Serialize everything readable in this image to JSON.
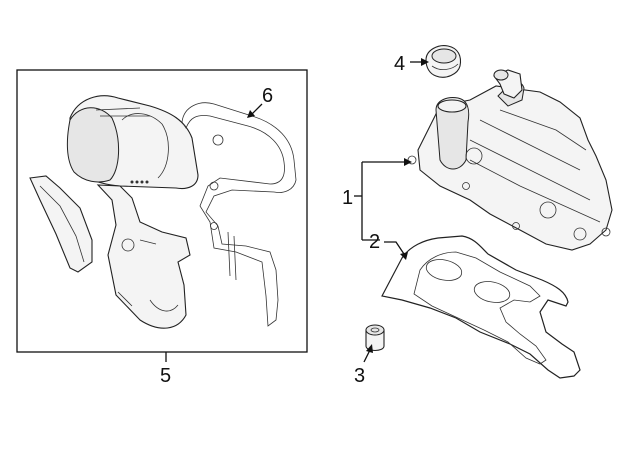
{
  "callouts": [
    {
      "id": "1",
      "text": "1"
    },
    {
      "id": "2",
      "text": "2"
    },
    {
      "id": "3",
      "text": "3"
    },
    {
      "id": "4",
      "text": "4"
    },
    {
      "id": "5",
      "text": "5"
    },
    {
      "id": "6",
      "text": "6"
    }
  ],
  "colors": {
    "line": "#111111",
    "paper": "#ffffff"
  }
}
